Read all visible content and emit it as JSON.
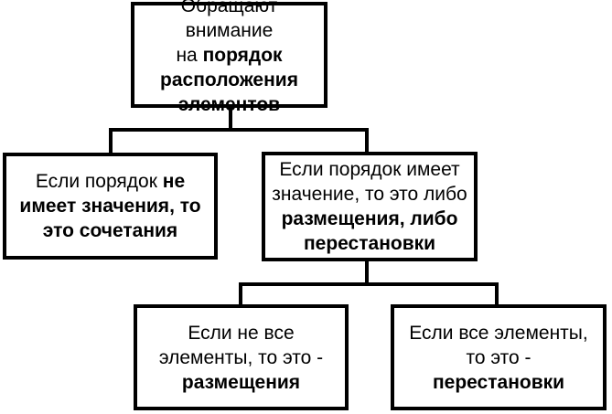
{
  "nodes": {
    "root": {
      "lines": [
        [
          {
            "t": "Обращают внимание",
            "b": false
          }
        ],
        [
          {
            "t": "на ",
            "b": false
          },
          {
            "t": "порядок",
            "b": true
          }
        ],
        [
          {
            "t": "расположения",
            "b": true
          }
        ],
        [
          {
            "t": "элементов",
            "b": true
          }
        ]
      ]
    },
    "left": {
      "lines": [
        [
          {
            "t": "Если порядок ",
            "b": false
          },
          {
            "t": "не",
            "b": true
          }
        ],
        [
          {
            "t": "имеет значения, то",
            "b": true
          }
        ],
        [
          {
            "t": "это сочетания",
            "b": true
          }
        ]
      ]
    },
    "mid": {
      "lines": [
        [
          {
            "t": "Если порядок имеет",
            "b": false
          }
        ],
        [
          {
            "t": "значение, то это либо",
            "b": false
          }
        ],
        [
          {
            "t": "размещения, либо",
            "b": true
          }
        ],
        [
          {
            "t": "перестановки",
            "b": true
          }
        ]
      ]
    },
    "bl": {
      "lines": [
        [
          {
            "t": "Если не все",
            "b": false
          }
        ],
        [
          {
            "t": "элементы, то это -",
            "b": false
          }
        ],
        [
          {
            "t": "размещения",
            "b": true
          }
        ]
      ]
    },
    "br": {
      "lines": [
        [
          {
            "t": "Если все элементы,",
            "b": false
          }
        ],
        [
          {
            "t": "то это - ",
            "b": false
          },
          {
            "t": "перестановки",
            "b": true
          }
        ]
      ]
    }
  },
  "edges": [
    {
      "from": "root",
      "to": "left"
    },
    {
      "from": "root",
      "to": "mid"
    },
    {
      "from": "mid",
      "to": "bl"
    },
    {
      "from": "mid",
      "to": "br"
    }
  ]
}
